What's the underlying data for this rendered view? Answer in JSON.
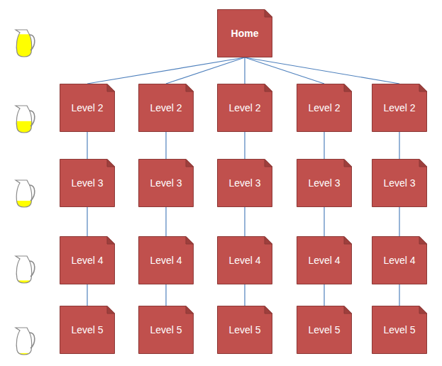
{
  "diagram": {
    "nodes": [
      {
        "text": [
          "Home"
        ]
      },
      {
        "text": [
          "Level 2"
        ]
      },
      {
        "text": [
          "Level 2"
        ]
      },
      {
        "text": [
          "Level 2"
        ]
      },
      {
        "text": [
          "Level 2"
        ]
      },
      {
        "text": [
          "Level 2"
        ]
      },
      {
        "text": [
          "Level 3"
        ]
      },
      {
        "text": [
          "Level 3"
        ]
      },
      {
        "text": [
          "Level 3"
        ]
      },
      {
        "text": [
          "Level 3"
        ]
      },
      {
        "text": [
          "Level 3"
        ]
      },
      {
        "text": [
          "Level 4"
        ]
      },
      {
        "text": [
          "Level 4"
        ]
      },
      {
        "text": [
          "Level 4"
        ]
      },
      {
        "text": [
          "Level 4"
        ]
      },
      {
        "text": [
          "Level 4"
        ]
      },
      {
        "text": [
          "Level 5"
        ]
      },
      {
        "text": [
          "Level 5"
        ]
      },
      {
        "text": [
          "Level 5"
        ]
      },
      {
        "text": [
          "Level 5"
        ]
      },
      {
        "text": [
          "Level 5"
        ]
      }
    ],
    "edges": [
      {
        "from": 0,
        "to": 1,
        "arrow": "none"
      },
      {
        "from": 0,
        "to": 2,
        "arrow": "none"
      },
      {
        "from": 0,
        "to": 3,
        "arrow": "none"
      },
      {
        "from": 0,
        "to": 4,
        "arrow": "none"
      },
      {
        "from": 0,
        "to": 5,
        "arrow": "none"
      },
      {
        "from": 1,
        "to": 6,
        "arrow": "none"
      },
      {
        "from": 2,
        "to": 7,
        "arrow": "none"
      },
      {
        "from": 3,
        "to": 8,
        "arrow": "none"
      },
      {
        "from": 4,
        "to": 9,
        "arrow": "none"
      },
      {
        "from": 5,
        "to": 10,
        "arrow": "none"
      },
      {
        "from": 6,
        "to": 11,
        "arrow": "none"
      },
      {
        "from": 7,
        "to": 12,
        "arrow": "none"
      },
      {
        "from": 8,
        "to": 13,
        "arrow": "none"
      },
      {
        "from": 9,
        "to": 14,
        "arrow": "none"
      },
      {
        "from": 10,
        "to": 15,
        "arrow": "none"
      },
      {
        "from": 11,
        "to": 16,
        "arrow": "none"
      },
      {
        "from": 12,
        "to": 17,
        "arrow": "none"
      },
      {
        "from": 13,
        "to": 18,
        "arrow": "none"
      },
      {
        "from": 14,
        "to": 19,
        "arrow": "none"
      },
      {
        "from": 15,
        "to": 20,
        "arrow": "none"
      }
    ]
  }
}
